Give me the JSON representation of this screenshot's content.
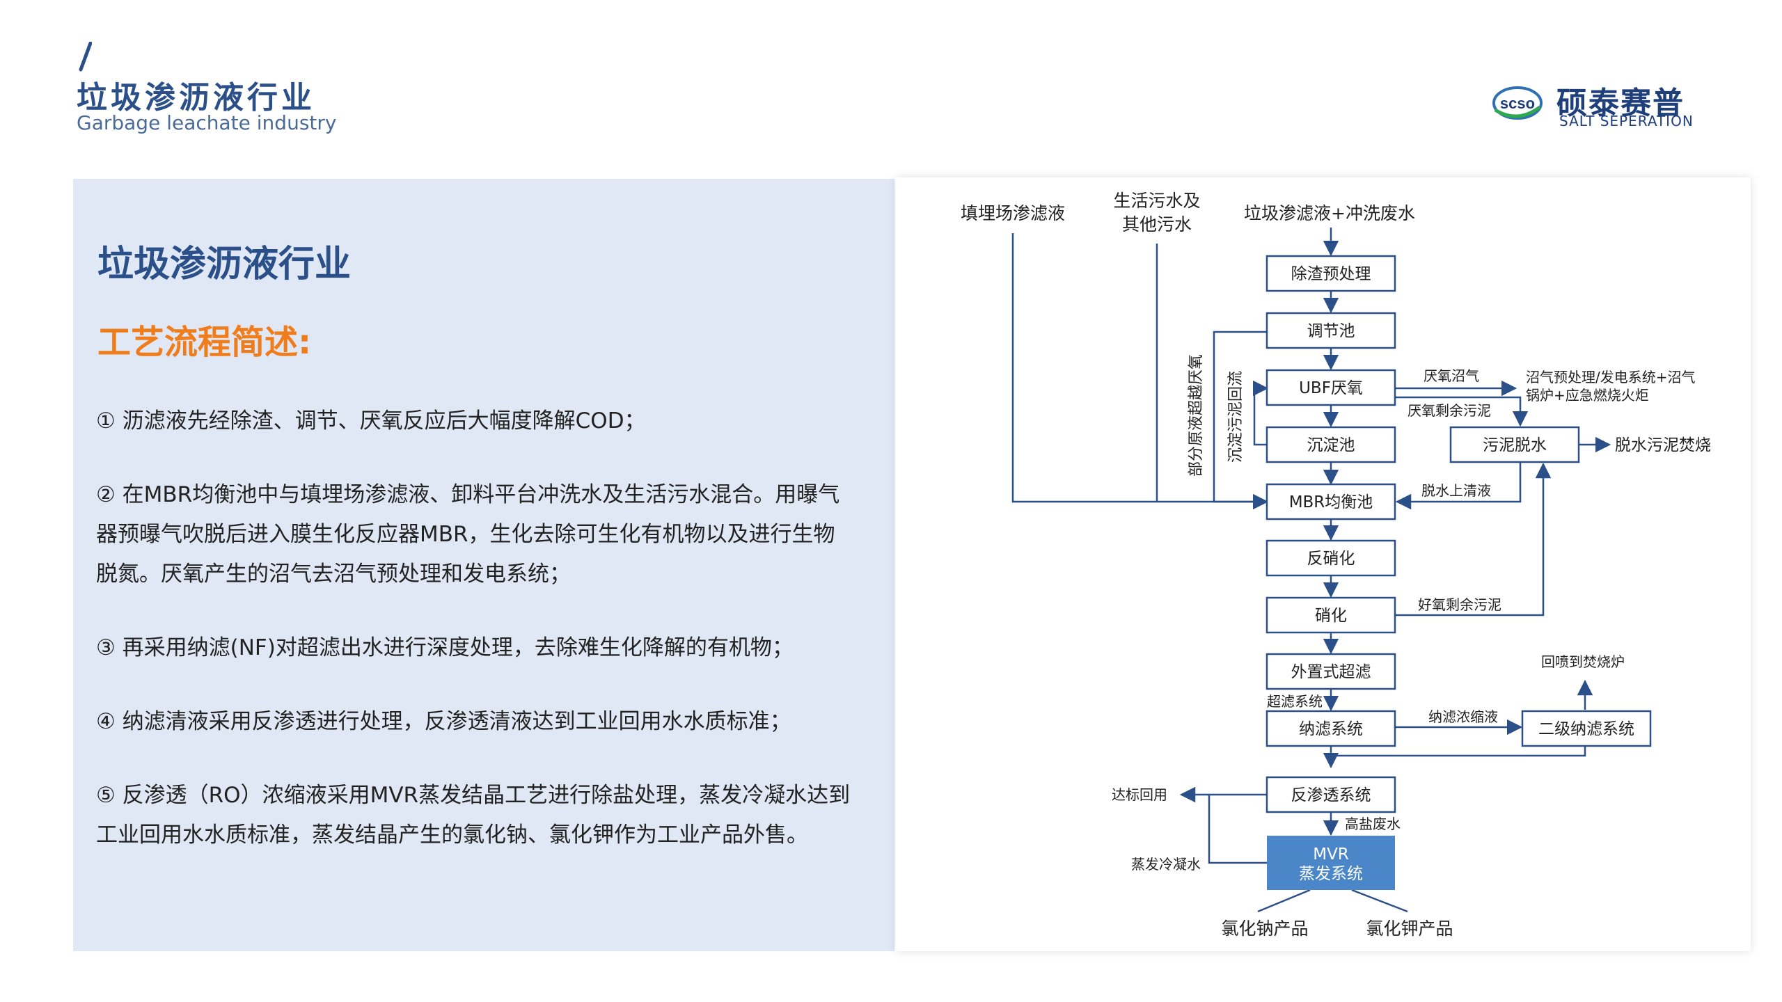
{
  "header": {
    "title": "垃圾渗沥液行业",
    "subtitle": "Garbage leachate industry"
  },
  "logo": {
    "badge_text": "scso",
    "cn_name": "硕泰赛普",
    "en_name": "SALT SEPERATION"
  },
  "panel": {
    "title": "垃圾渗沥液行业",
    "subtitle": "工艺流程简述:",
    "steps": [
      "① 沥滤液先经除渣、调节、厌氧反应后大幅度降解COD；",
      "② 在MBR均衡池中与填埋场渗滤液、卸料平台冲洗水及生活污水混合。用曝气器预曝气吹脱后进入膜生化反应器MBR，生化去除可生化有机物以及进行生物脱氮。厌氧产生的沼气去沼气预处理和发电系统；",
      "③ 再采用纳滤(NF)对超滤出水进行深度处理，去除难生化降解的有机物；",
      "④ 纳滤清液采用反渗透进行处理，反渗透清液达到工业回用水水质标准；",
      "⑤ 反渗透（RO）浓缩液采用MVR蒸发结晶工艺进行除盐处理，蒸发冷凝水达到工业回用水水质标准，蒸发结晶产生的氯化钠、氯化钾作为工业产品外售。"
    ]
  },
  "flow": {
    "sources": {
      "landfill": "填埋场渗滤液",
      "domestic_line1": "生活污水及",
      "domestic_line2": "其他污水",
      "leachate": "垃圾渗滤液+冲洗废水"
    },
    "boxes": {
      "slag": "除渣预处理",
      "adjust": "调节池",
      "ubf": "UBF厌氧",
      "sediment": "沉淀池",
      "mbr": "MBR均衡池",
      "denitrify": "反硝化",
      "nitrify": "硝化",
      "uf": "外置式超滤",
      "nf": "纳滤系统",
      "nf2": "二级纳滤系统",
      "ro": "反渗透系统",
      "dewater": "污泥脱水",
      "mvr_line1": "MVR",
      "mvr_line2": "蒸发系统"
    },
    "labels": {
      "bypass": "部分原液超越厌氧",
      "sludge_return": "沉淀污泥回流",
      "biogas": "厌氧沼气",
      "biogas_dest_line1": "沼气预处理/发电系统+沼气",
      "biogas_dest_line2": "锅炉+应急燃烧火炬",
      "anaerobic_sludge": "厌氧剩余污泥",
      "dewater_dest": "脱水污泥焚烧",
      "dewater_supernatant": "脱水上清液",
      "aerobic_sludge": "好氧剩余污泥",
      "uf_system": "超滤系统",
      "nf_concentrate": "纳滤浓缩液",
      "incinerator": "回喷到焚烧炉",
      "reuse": "达标回用",
      "high_salt": "高盐废水",
      "condensate": "蒸发冷凝水",
      "nacl": "氯化钠产品",
      "kcl": "氯化钾产品"
    }
  },
  "colors": {
    "primary": "#2b4f88",
    "accent": "#f07d1b",
    "panel_bg": "#dfe8f4",
    "mvr_fill": "#4a86c8",
    "line": "#2b4f88"
  }
}
